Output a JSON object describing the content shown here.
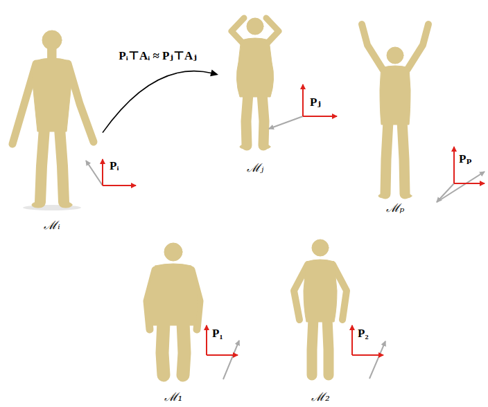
{
  "diagram": {
    "nodes": [
      {
        "text": [
          "ℳᵢ"
        ]
      },
      {
        "text": [
          "ℳⱼ"
        ]
      },
      {
        "text": [
          "ℳₚ"
        ]
      },
      {
        "text": [
          "ℳ₁"
        ]
      },
      {
        "text": [
          "ℳ₂"
        ]
      }
    ],
    "edges": [
      {
        "from": 0,
        "to": 1,
        "arrow": "to",
        "label": "Pᵢ⊤Aᵢ ≈ Pⱼ⊤Aⱼ"
      }
    ],
    "labels": [
      "Pᵢ",
      "Pⱼ",
      "Pₚ",
      "P₁",
      "P₂"
    ]
  }
}
